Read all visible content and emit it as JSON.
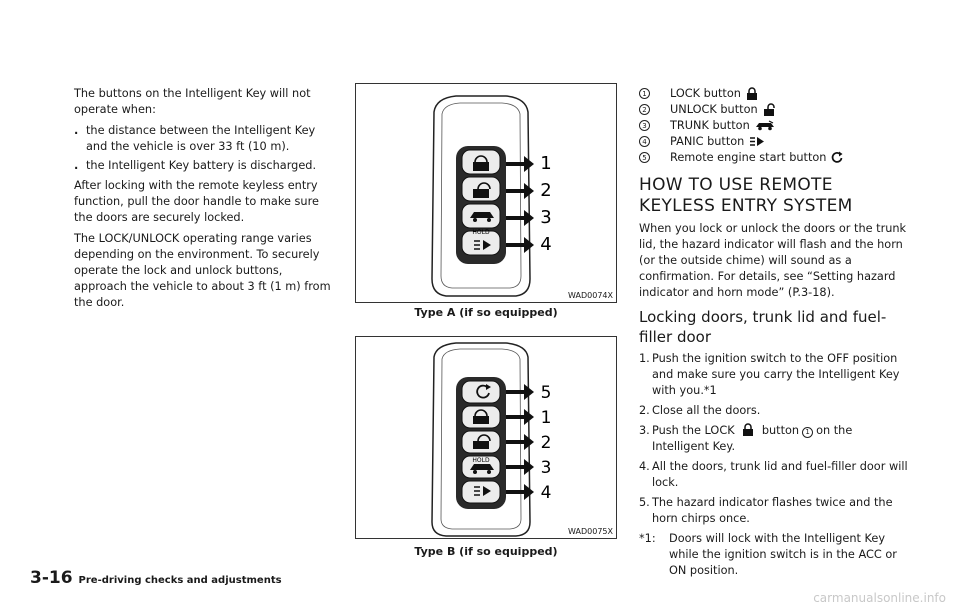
{
  "left": {
    "intro": "The buttons on the Intelligent Key will not operate when:",
    "bullets": [
      "the distance between the Intelligent Key and the vehicle is over 33 ft (10 m).",
      "the Intelligent Key battery is discharged."
    ],
    "para1": "After locking with the remote keyless entry function, pull the door handle to make sure the doors are securely locked.",
    "para2": "The LOCK/UNLOCK operating range varies depending on the environment. To securely operate the lock and unlock buttons, approach the vehicle to about 3 ft (1 m) from the door."
  },
  "figures": {
    "a": {
      "code": "WAD0074X",
      "caption": "Type A (if so equipped)",
      "callouts": [
        "1",
        "2",
        "3",
        "4"
      ],
      "hold": "HOLD"
    },
    "b": {
      "code": "WAD0075X",
      "caption": "Type B (if so equipped)",
      "callouts": [
        "5",
        "1",
        "2",
        "3",
        "4"
      ],
      "hold": "HOLD"
    }
  },
  "right": {
    "buttons": [
      {
        "num": "1",
        "label": "LOCK button",
        "icon": "lock-icon"
      },
      {
        "num": "2",
        "label": "UNLOCK button",
        "icon": "unlock-icon"
      },
      {
        "num": "3",
        "label": "TRUNK button",
        "icon": "trunk-icon"
      },
      {
        "num": "4",
        "label": "PANIC button",
        "icon": "panic-icon"
      },
      {
        "num": "5",
        "label": "Remote engine start button",
        "icon": "remote-start-icon"
      }
    ],
    "section_title": "HOW TO USE REMOTE KEYLESS ENTRY SYSTEM",
    "section_para": "When you lock or unlock the doors or the trunk lid, the hazard indicator will flash and the horn (or the outside chime) will sound as a confirmation. For details, see “Setting hazard indicator and horn mode” (P.3-18).",
    "sub_title": "Locking doors, trunk lid and fuel-filler door",
    "steps": [
      {
        "n": "1.",
        "text": "Push the ignition switch to the OFF position and make sure you carry the Intelligent Key with you.*1"
      },
      {
        "n": "2.",
        "text": "Close all the doors."
      },
      {
        "n": "3.",
        "pre": "Push the LOCK",
        "mid": "button",
        "num": "1",
        "post": "on the Intelligent Key."
      },
      {
        "n": "4.",
        "text": "All the doors, trunk lid and fuel-filler door will lock."
      },
      {
        "n": "5.",
        "text": "The hazard indicator flashes twice and the horn chirps once."
      }
    ],
    "note_mark": "*1:",
    "note_text": "Doors will lock with the Intelligent Key while the ignition switch is in the ACC or ON position."
  },
  "footer": {
    "page": "3-16",
    "chapter": "Pre-driving checks and adjustments"
  },
  "watermark": "carmanualsonline.info"
}
